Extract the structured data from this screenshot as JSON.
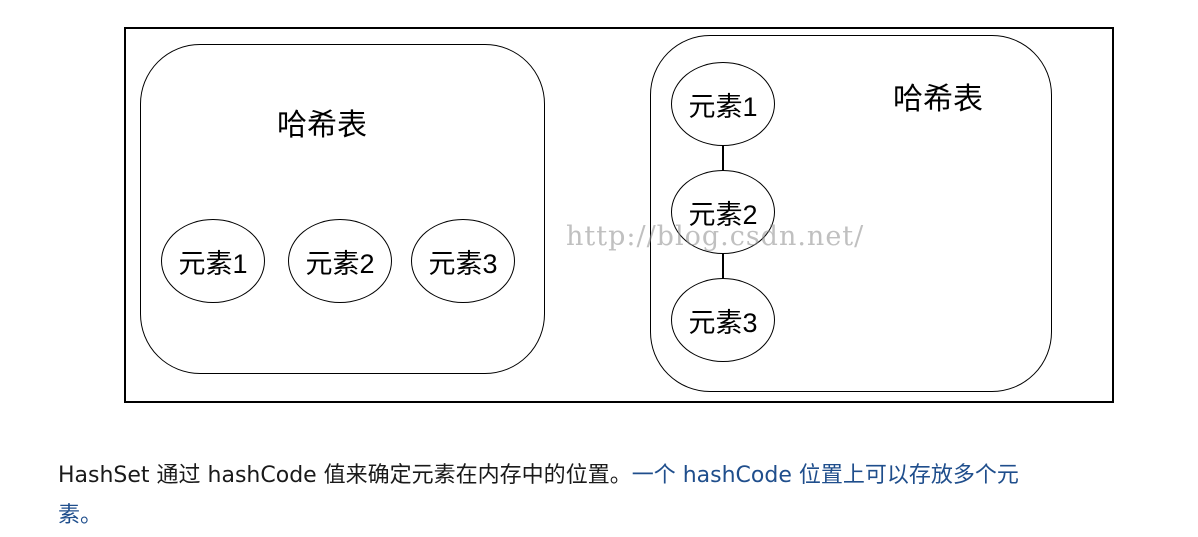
{
  "diagram": {
    "left_panel": {
      "title": "哈希表",
      "elements": [
        "元素1",
        "元素2",
        "元素3"
      ]
    },
    "right_panel": {
      "title": "哈希表",
      "elements": [
        "元素1",
        "元素2",
        "元素3"
      ]
    },
    "watermark": "http://blog.csdn.net/"
  },
  "caption": {
    "plain": "HashSet 通过 hashCode 值来确定元素在内存中的位置。",
    "highlight": "一个 hashCode 位置上可以存放多个元",
    "tail": "素。"
  },
  "colors": {
    "text": "#1a1a1a",
    "highlight": "#1f4e8c",
    "border": "#000000",
    "watermark": "#8c8c8c"
  }
}
